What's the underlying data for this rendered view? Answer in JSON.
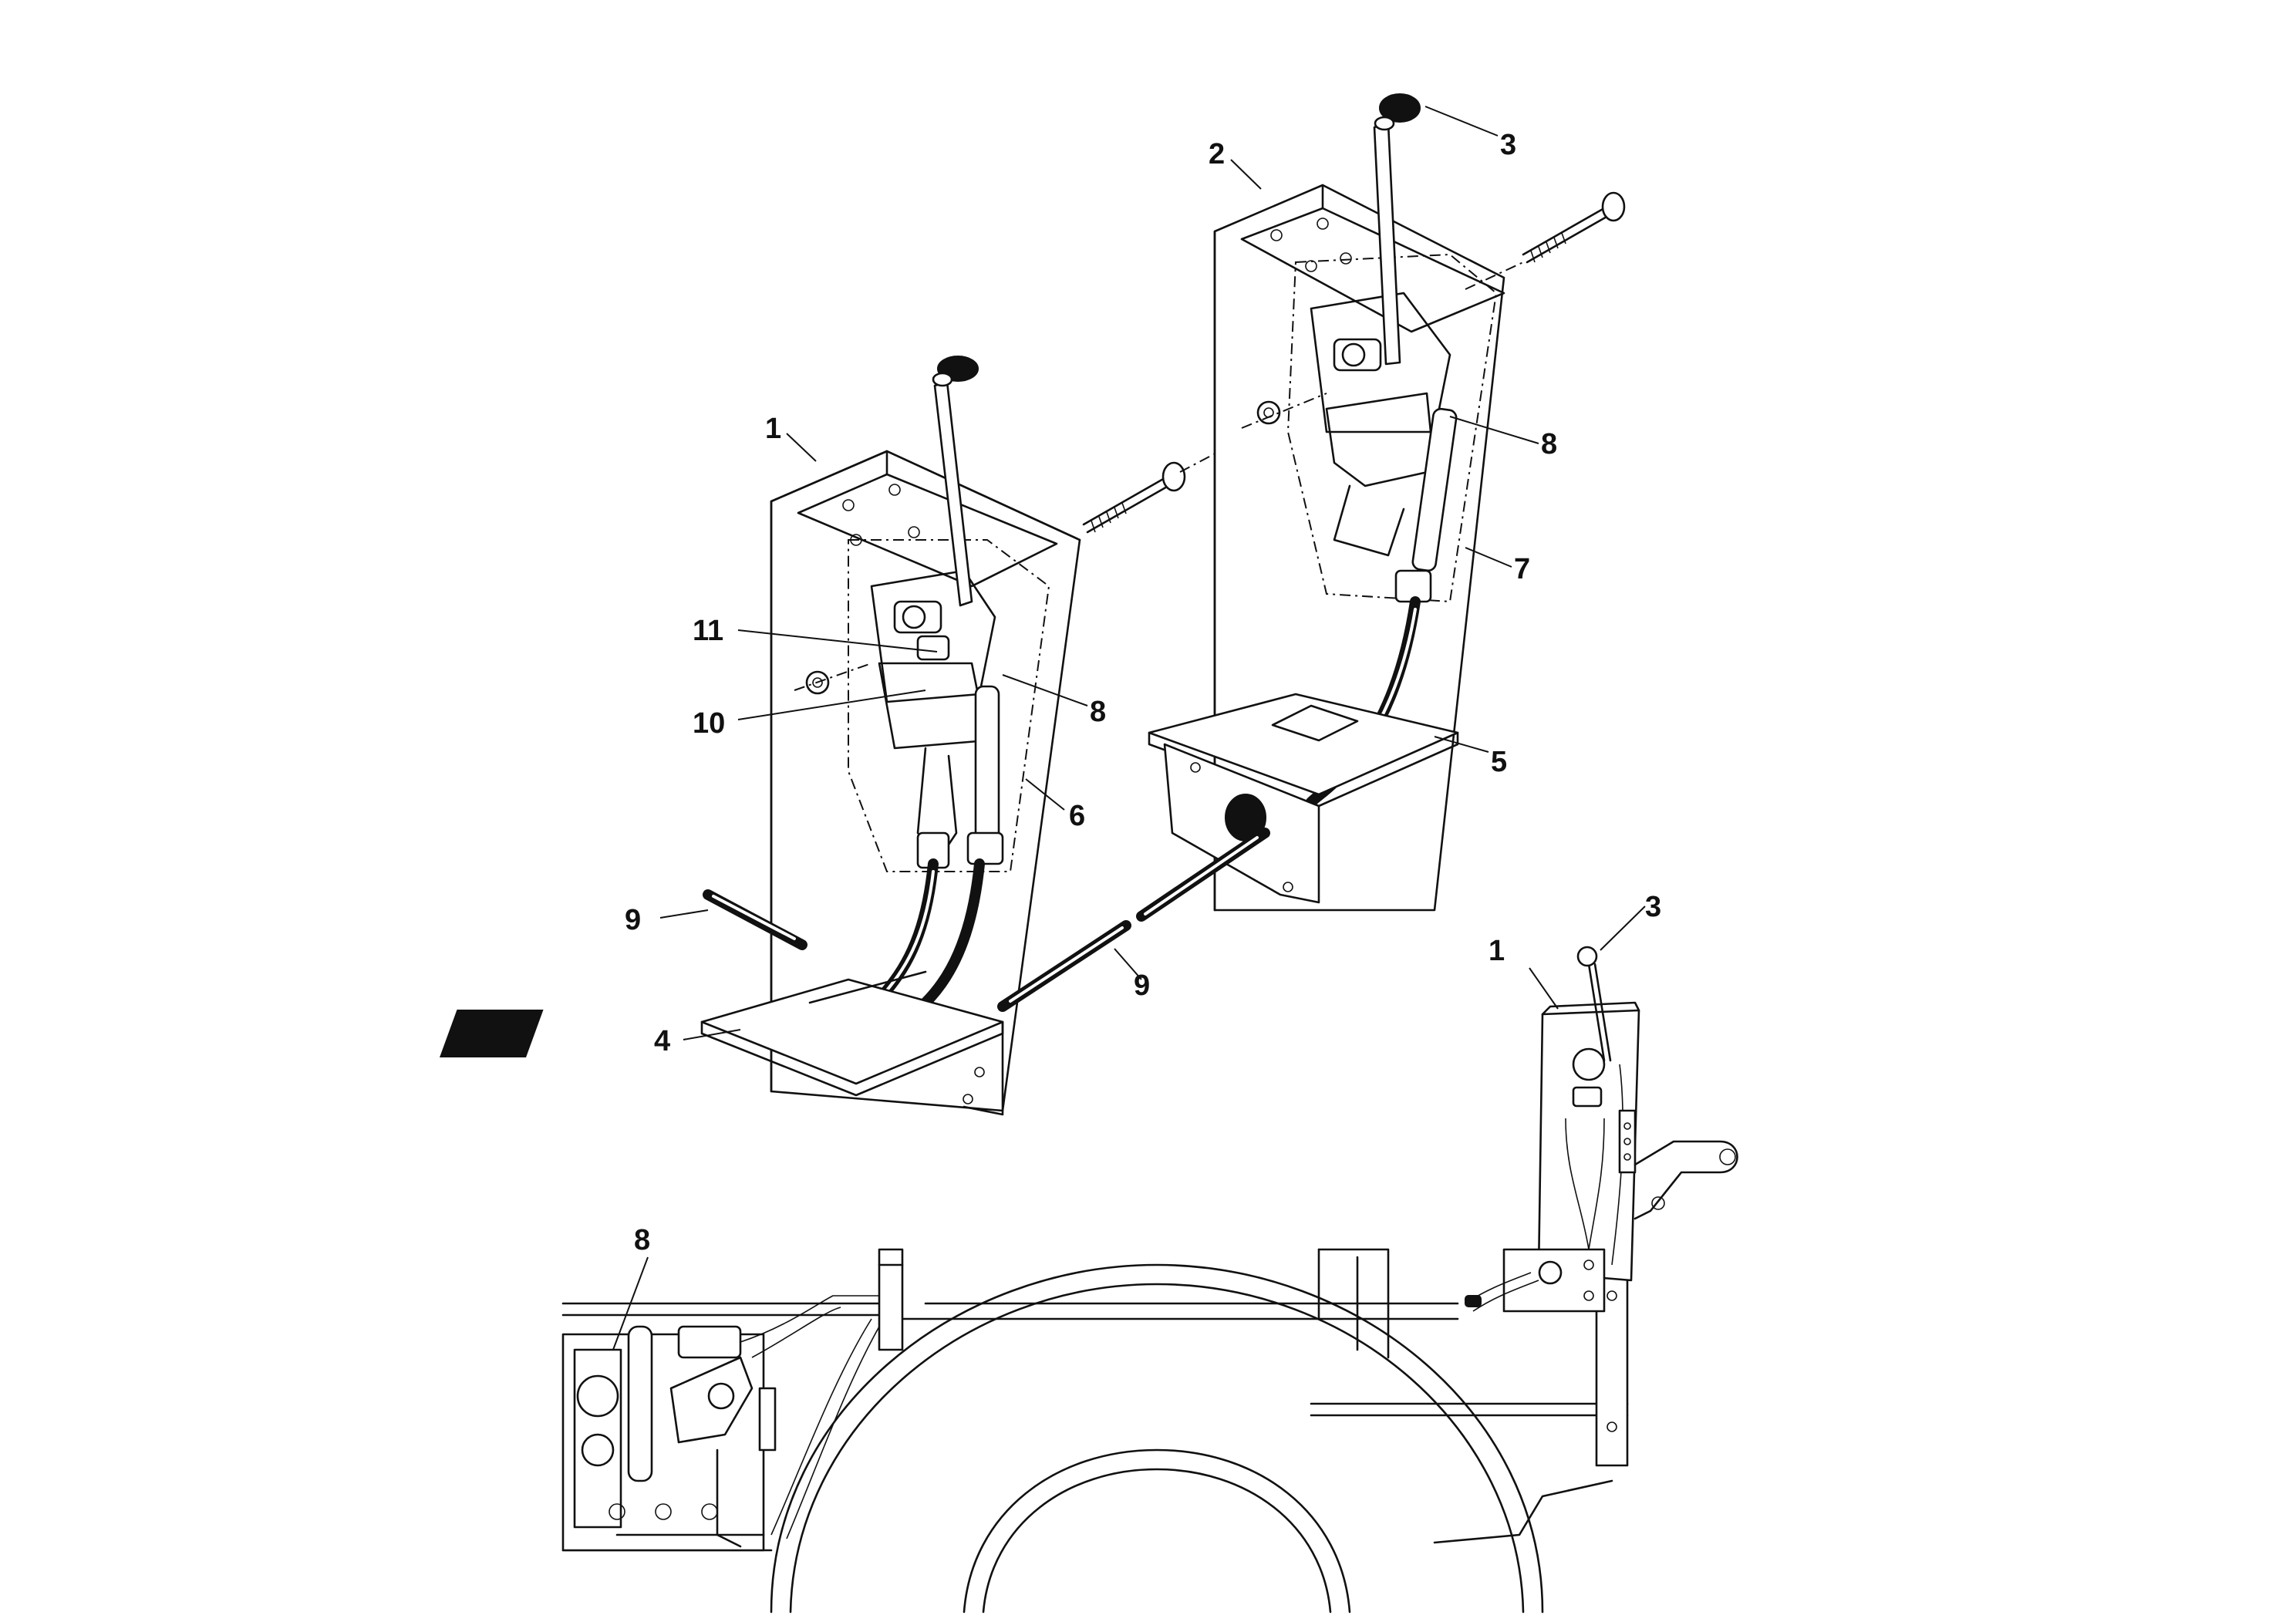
{
  "callouts": {
    "c1_top": "1",
    "c2_top": "2",
    "c3_top": "3",
    "c4": "4",
    "c5": "5",
    "c6": "6",
    "c7": "7",
    "c8_left": "8",
    "c8_right": "8",
    "c9_left": "9",
    "c9_mid": "9",
    "c10": "10",
    "c11": "11",
    "c1_bottom": "1",
    "c3_bottom": "3",
    "c8_bottom": "8"
  }
}
